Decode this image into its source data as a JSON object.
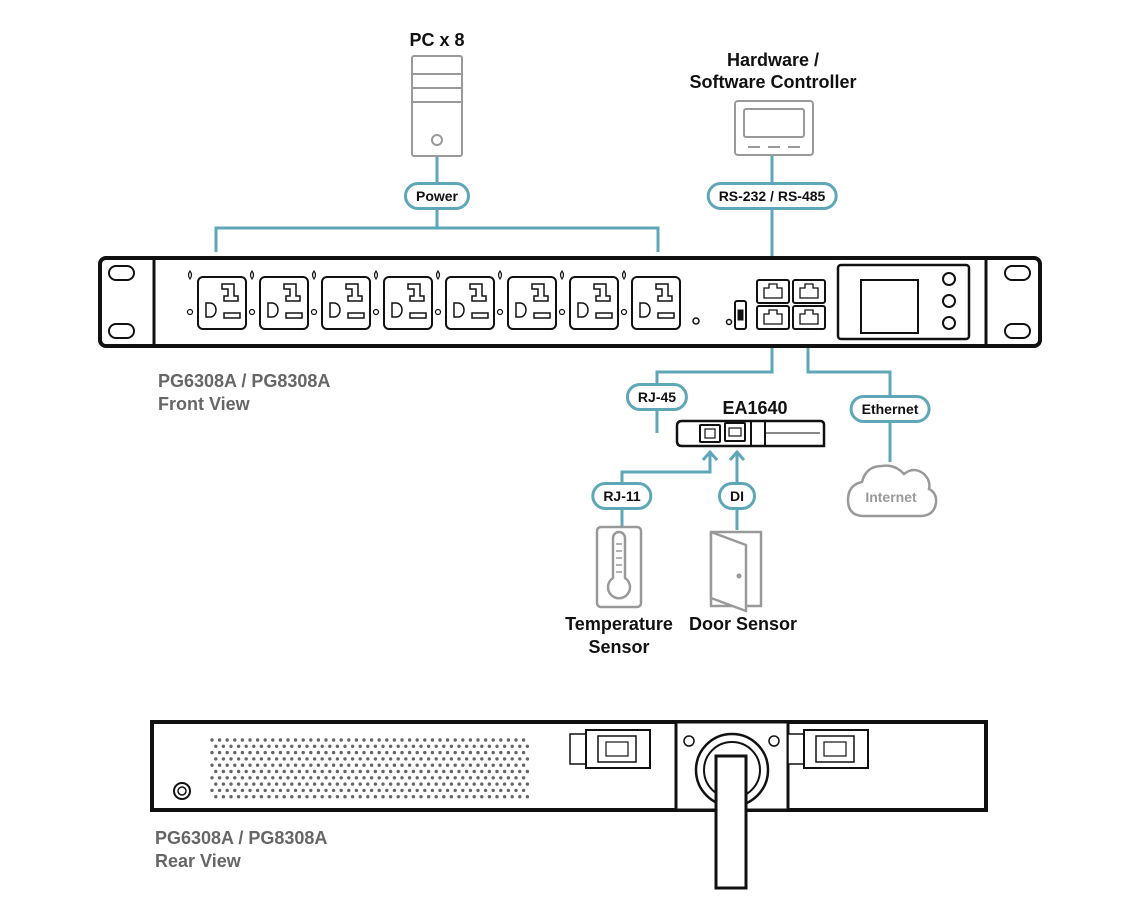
{
  "labels": {
    "pc": "PC x 8",
    "controller_line1": "Hardware /",
    "controller_line2": "Software Controller",
    "front_model": "PG6308A / PG8308A",
    "front_view": "Front View",
    "sensor_hub": "EA1640",
    "temp_line1": "Temperature",
    "temp_line2": "Sensor",
    "door": "Door Sensor",
    "rear_model": "PG6308A / PG8308A",
    "rear_view": "Rear View"
  },
  "connectors": {
    "power": "Power",
    "serial": "RS-232 / RS-485",
    "rj45": "RJ-45",
    "ethernet": "Ethernet",
    "rj11": "RJ-11",
    "di": "DI",
    "internet": "Internet"
  },
  "colors": {
    "connector": "#5ea7b9",
    "device_outline": "#111111",
    "peripheral_outline": "#999999",
    "muted_text": "#666666"
  },
  "icons": [
    "pc-tower-icon",
    "controller-icon",
    "cloud-icon",
    "thermometer-icon",
    "door-icon"
  ]
}
